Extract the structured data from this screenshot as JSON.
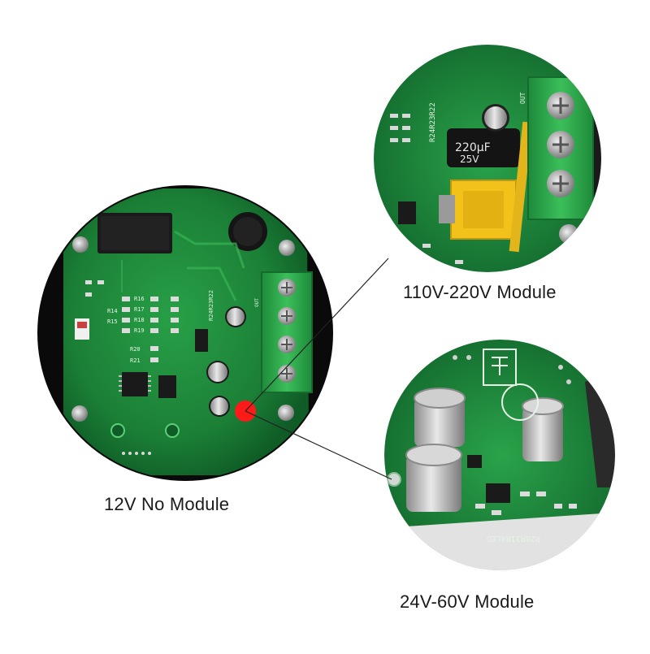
{
  "labels": {
    "main_board": "12V No Module",
    "module_110_220": "110V-220V Module",
    "module_24_60": "24V-60V Module"
  },
  "board_markings": {
    "terminal_out": "OUT",
    "capacitor_220uf": "220µF",
    "capacitor_25v": "25V",
    "silk_r24r23r22": "R24R23R22",
    "silk_r28r31r4led": "R28R31R4LED"
  },
  "colors": {
    "pcb_green": "#1f8a3c",
    "pcb_dark": "#0f5c26",
    "terminal_green": "#2fa84a",
    "marker_red": "#ff1a1a",
    "housing_black": "#0a0a0a",
    "yellow_transformer": "#f2c21b"
  },
  "icons": {
    "marker": "red-dot-icon",
    "screw": "screw-icon"
  }
}
